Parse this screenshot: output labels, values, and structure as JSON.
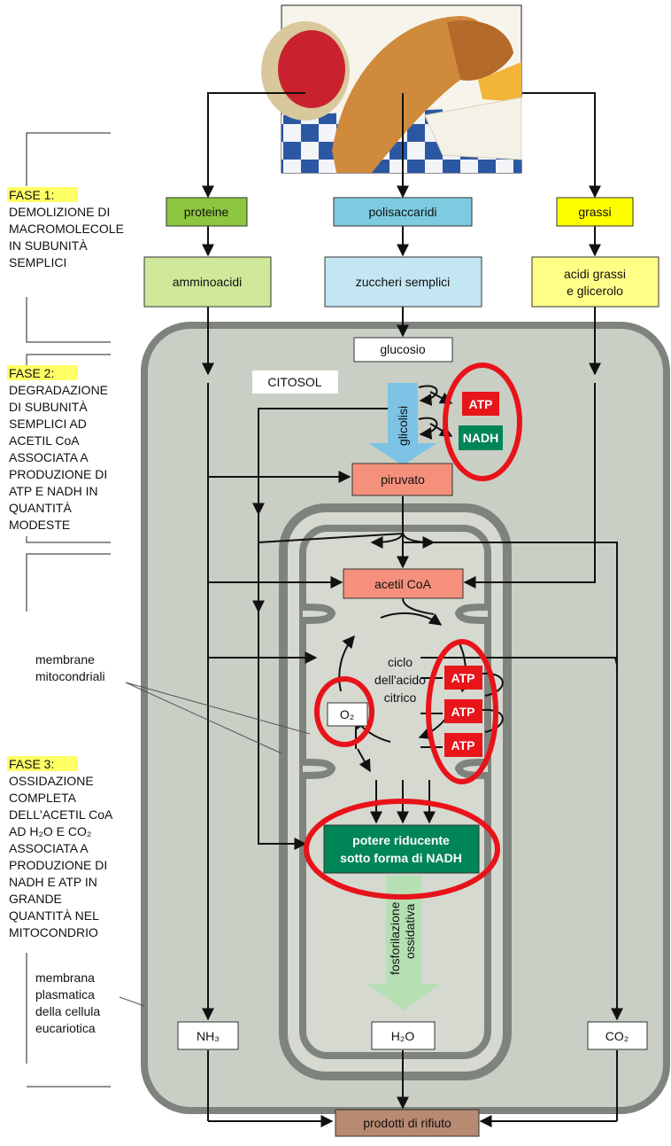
{
  "phases": [
    {
      "label": "FASE 1:",
      "lines": [
        "DEMOLIZIONE DI",
        "MACROMOLECOLE",
        "IN SUBUNITÀ",
        "SEMPLICI"
      ]
    },
    {
      "label": "FASE 2:",
      "lines": [
        "DEGRADAZIONE",
        "DI SUBUNITÀ",
        "SEMPLICI AD",
        "ACETIL CoA",
        "ASSOCIATA A",
        "PRODUZIONE DI",
        "ATP E NADH IN",
        "QUANTITÀ",
        "MODESTE"
      ]
    },
    {
      "label": "FASE 3:",
      "lines": [
        "OSSIDAZIONE",
        "COMPLETA",
        "DELL'ACETIL CoA",
        "AD H₂O E CO₂",
        "ASSOCIATA A",
        "PRODUZIONE DI",
        "NADH E ATP IN",
        "GRANDE",
        "QUANTITÀ NEL",
        "MITOCONDRIO"
      ]
    }
  ],
  "side_labels": {
    "mito_membranes": [
      "membrane",
      "mitocondriali"
    ],
    "plasma_membrane": [
      "membrana",
      "plasmatica",
      "della cellula",
      "eucariotica"
    ]
  },
  "boxes": {
    "proteine": "proteine",
    "polisaccaridi": "polisaccaridi",
    "grassi": "grassi",
    "amminoacidi": "amminoacidi",
    "zuccheri": "zuccheri semplici",
    "acidi_grassi": [
      "acidi grassi",
      "e glicerolo"
    ],
    "glucosio": "glucosio",
    "citosol": "CITOSOL",
    "glicolisi": "glicolisi",
    "piruvato": "piruvato",
    "acetil_coa": "acetil CoA",
    "ciclo": [
      "ciclo",
      "dell'acido",
      "citrico"
    ],
    "potere": [
      "potere riducente",
      "sotto forma di NADH"
    ],
    "fosforilazione": [
      "fosforilazione",
      "ossidativa"
    ],
    "atp": "ATP",
    "nadh": "NADH",
    "o2": "O₂",
    "h2o": "H₂O",
    "nh3": "NH₃",
    "co2": "CO₂",
    "prodotti": "prodotti di rifiuto"
  },
  "colors": {
    "cell": "#c9cfc4",
    "membrane": "#7f837d",
    "proteine": "#8dc63f",
    "amminoacidi": "#cfe89a",
    "polisaccaridi": "#7ccbe0",
    "zuccheri": "#c3e6f2",
    "grassi": "#ffff00",
    "acidi_grassi": "#ffff88",
    "piruvato": "#f4907b",
    "nadh": "#008556",
    "atp": "#e8151b",
    "highlight": "#e8131a",
    "prodotti": "#b88a72",
    "glicolisi_arrow": "#7cc3e6",
    "fosfo_arrow": "#b6e0b4",
    "phase_highlight": "#ffff66"
  }
}
